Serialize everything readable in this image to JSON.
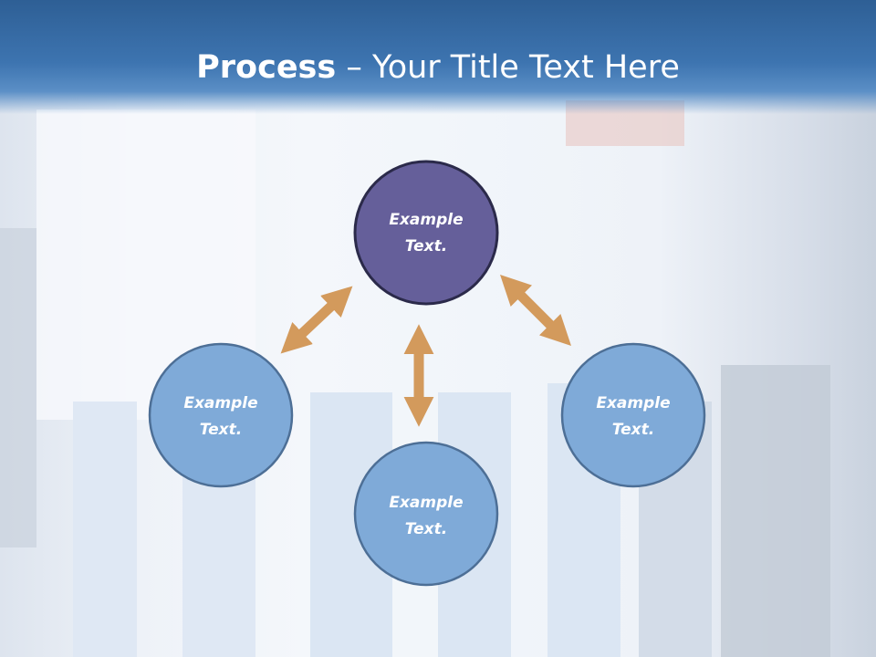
{
  "title": {
    "bold": "Process",
    "rest": " – Your Title Text Here"
  },
  "nodes": [
    {
      "label_line1": "Example",
      "label_line2": "Text.",
      "color": "#655f9a"
    },
    {
      "label_line1": "Example",
      "label_line2": "Text.",
      "color": "#7faad8"
    },
    {
      "label_line1": "Example",
      "label_line2": "Text.",
      "color": "#7faad8"
    },
    {
      "label_line1": "Example",
      "label_line2": "Text.",
      "color": "#7faad8"
    }
  ],
  "arrow_color": "#d39a5c"
}
